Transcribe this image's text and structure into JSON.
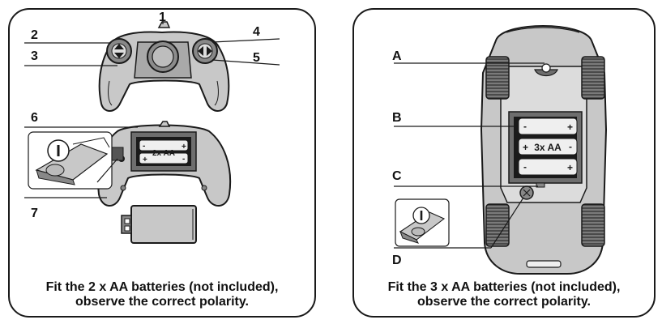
{
  "left_panel": {
    "callouts": [
      "1",
      "2",
      "3",
      "4",
      "5",
      "6",
      "7"
    ],
    "battery_label": "2x AA",
    "caption": [
      "Fit the 2 x AA batteries (not included),",
      "observe the correct polarity."
    ]
  },
  "right_panel": {
    "callouts": [
      "A",
      "B",
      "C",
      "D"
    ],
    "battery_label": "3x AA",
    "caption": [
      "Fit the 3 x AA batteries (not included),",
      "observe the correct polarity."
    ]
  },
  "polarity": {
    "plus": "+",
    "minus": "-"
  },
  "colors": {
    "outline": "#1a1a1a",
    "body_fill": "#c8c8c8",
    "dark_fill": "#6e6e6e",
    "light_fill": "#efefef"
  }
}
